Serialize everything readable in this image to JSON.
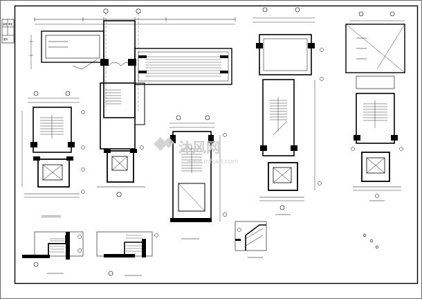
{
  "title_block": {
    "cells": [
      "建施",
      "审定",
      "图号"
    ]
  },
  "watermark": {
    "brand": "沐风网",
    "url": "www.mfcad.com"
  },
  "colors": {
    "line": "#000000",
    "wall_fill": "#000000",
    "watermark": "#c9c9c9"
  }
}
